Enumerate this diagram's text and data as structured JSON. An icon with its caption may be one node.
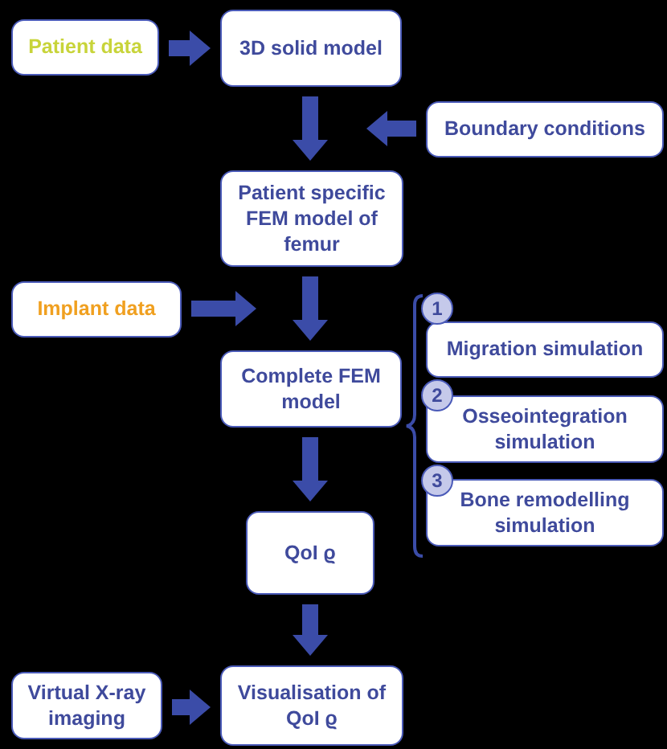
{
  "diagram": {
    "nodes": [
      {
        "text": [
          "Patient data"
        ]
      },
      {
        "text": [
          "3D solid model"
        ]
      },
      {
        "text": [
          "Boundary conditions"
        ]
      },
      {
        "text": [
          "Patient specific FEM model of femur"
        ]
      },
      {
        "text": [
          "Implant data"
        ]
      },
      {
        "text": [
          "Complete FEM model"
        ]
      },
      {
        "text": [
          "Migration simulation"
        ]
      },
      {
        "text": [
          "Osseointegration simulation"
        ]
      },
      {
        "text": [
          "Bone remodelling simulation"
        ]
      },
      {
        "text": [
          "QoI ϱ"
        ]
      },
      {
        "text": [
          "Virtual X-ray imaging"
        ]
      },
      {
        "text": [
          "Visualisation of QoI ϱ"
        ]
      }
    ],
    "edges": [
      {
        "from": 0,
        "to": 1,
        "arrow": "to"
      },
      {
        "from": 1,
        "to": 3,
        "arrow": "to"
      },
      {
        "from": 2,
        "to": 3,
        "arrow": "to"
      },
      {
        "from": 4,
        "to": 5,
        "arrow": "to"
      },
      {
        "from": 3,
        "to": 5,
        "arrow": "to"
      },
      {
        "from": 5,
        "to": 9,
        "arrow": "to"
      },
      {
        "from": 9,
        "to": 11,
        "arrow": "to"
      },
      {
        "from": 10,
        "to": 11,
        "arrow": "to"
      }
    ],
    "labels": [
      "1",
      "2",
      "3"
    ]
  }
}
